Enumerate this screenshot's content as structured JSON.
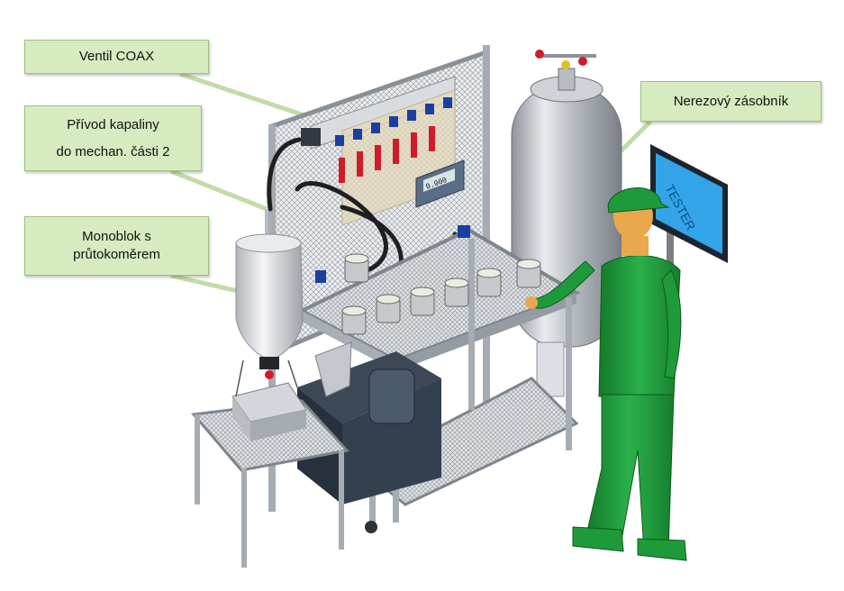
{
  "callouts": {
    "ventil": {
      "lines": [
        "Ventil COAX"
      ]
    },
    "privod": {
      "lines": [
        "Přívod kapaliny",
        "do mechan. části 2"
      ]
    },
    "monoblok": {
      "lines": [
        "Monoblok s",
        "průtokoměrem"
      ]
    },
    "nerez": {
      "lines": [
        "Nerezový zásobník"
      ]
    }
  },
  "monitor": {
    "text": "TESTER"
  },
  "display": {
    "text": "0.000"
  },
  "colors": {
    "callout_fill": "#d6ecc0",
    "frame_gray": "#9aa0a8",
    "worker_green": "#1f9a3a",
    "skin": "#e9a84c",
    "monitor_screen": "#33a4e8",
    "valve_blue": "#1a3fa0",
    "valve_red": "#d01c2a",
    "tank_silver": "#c8ccd2",
    "pump_dark": "#2f3a48"
  }
}
